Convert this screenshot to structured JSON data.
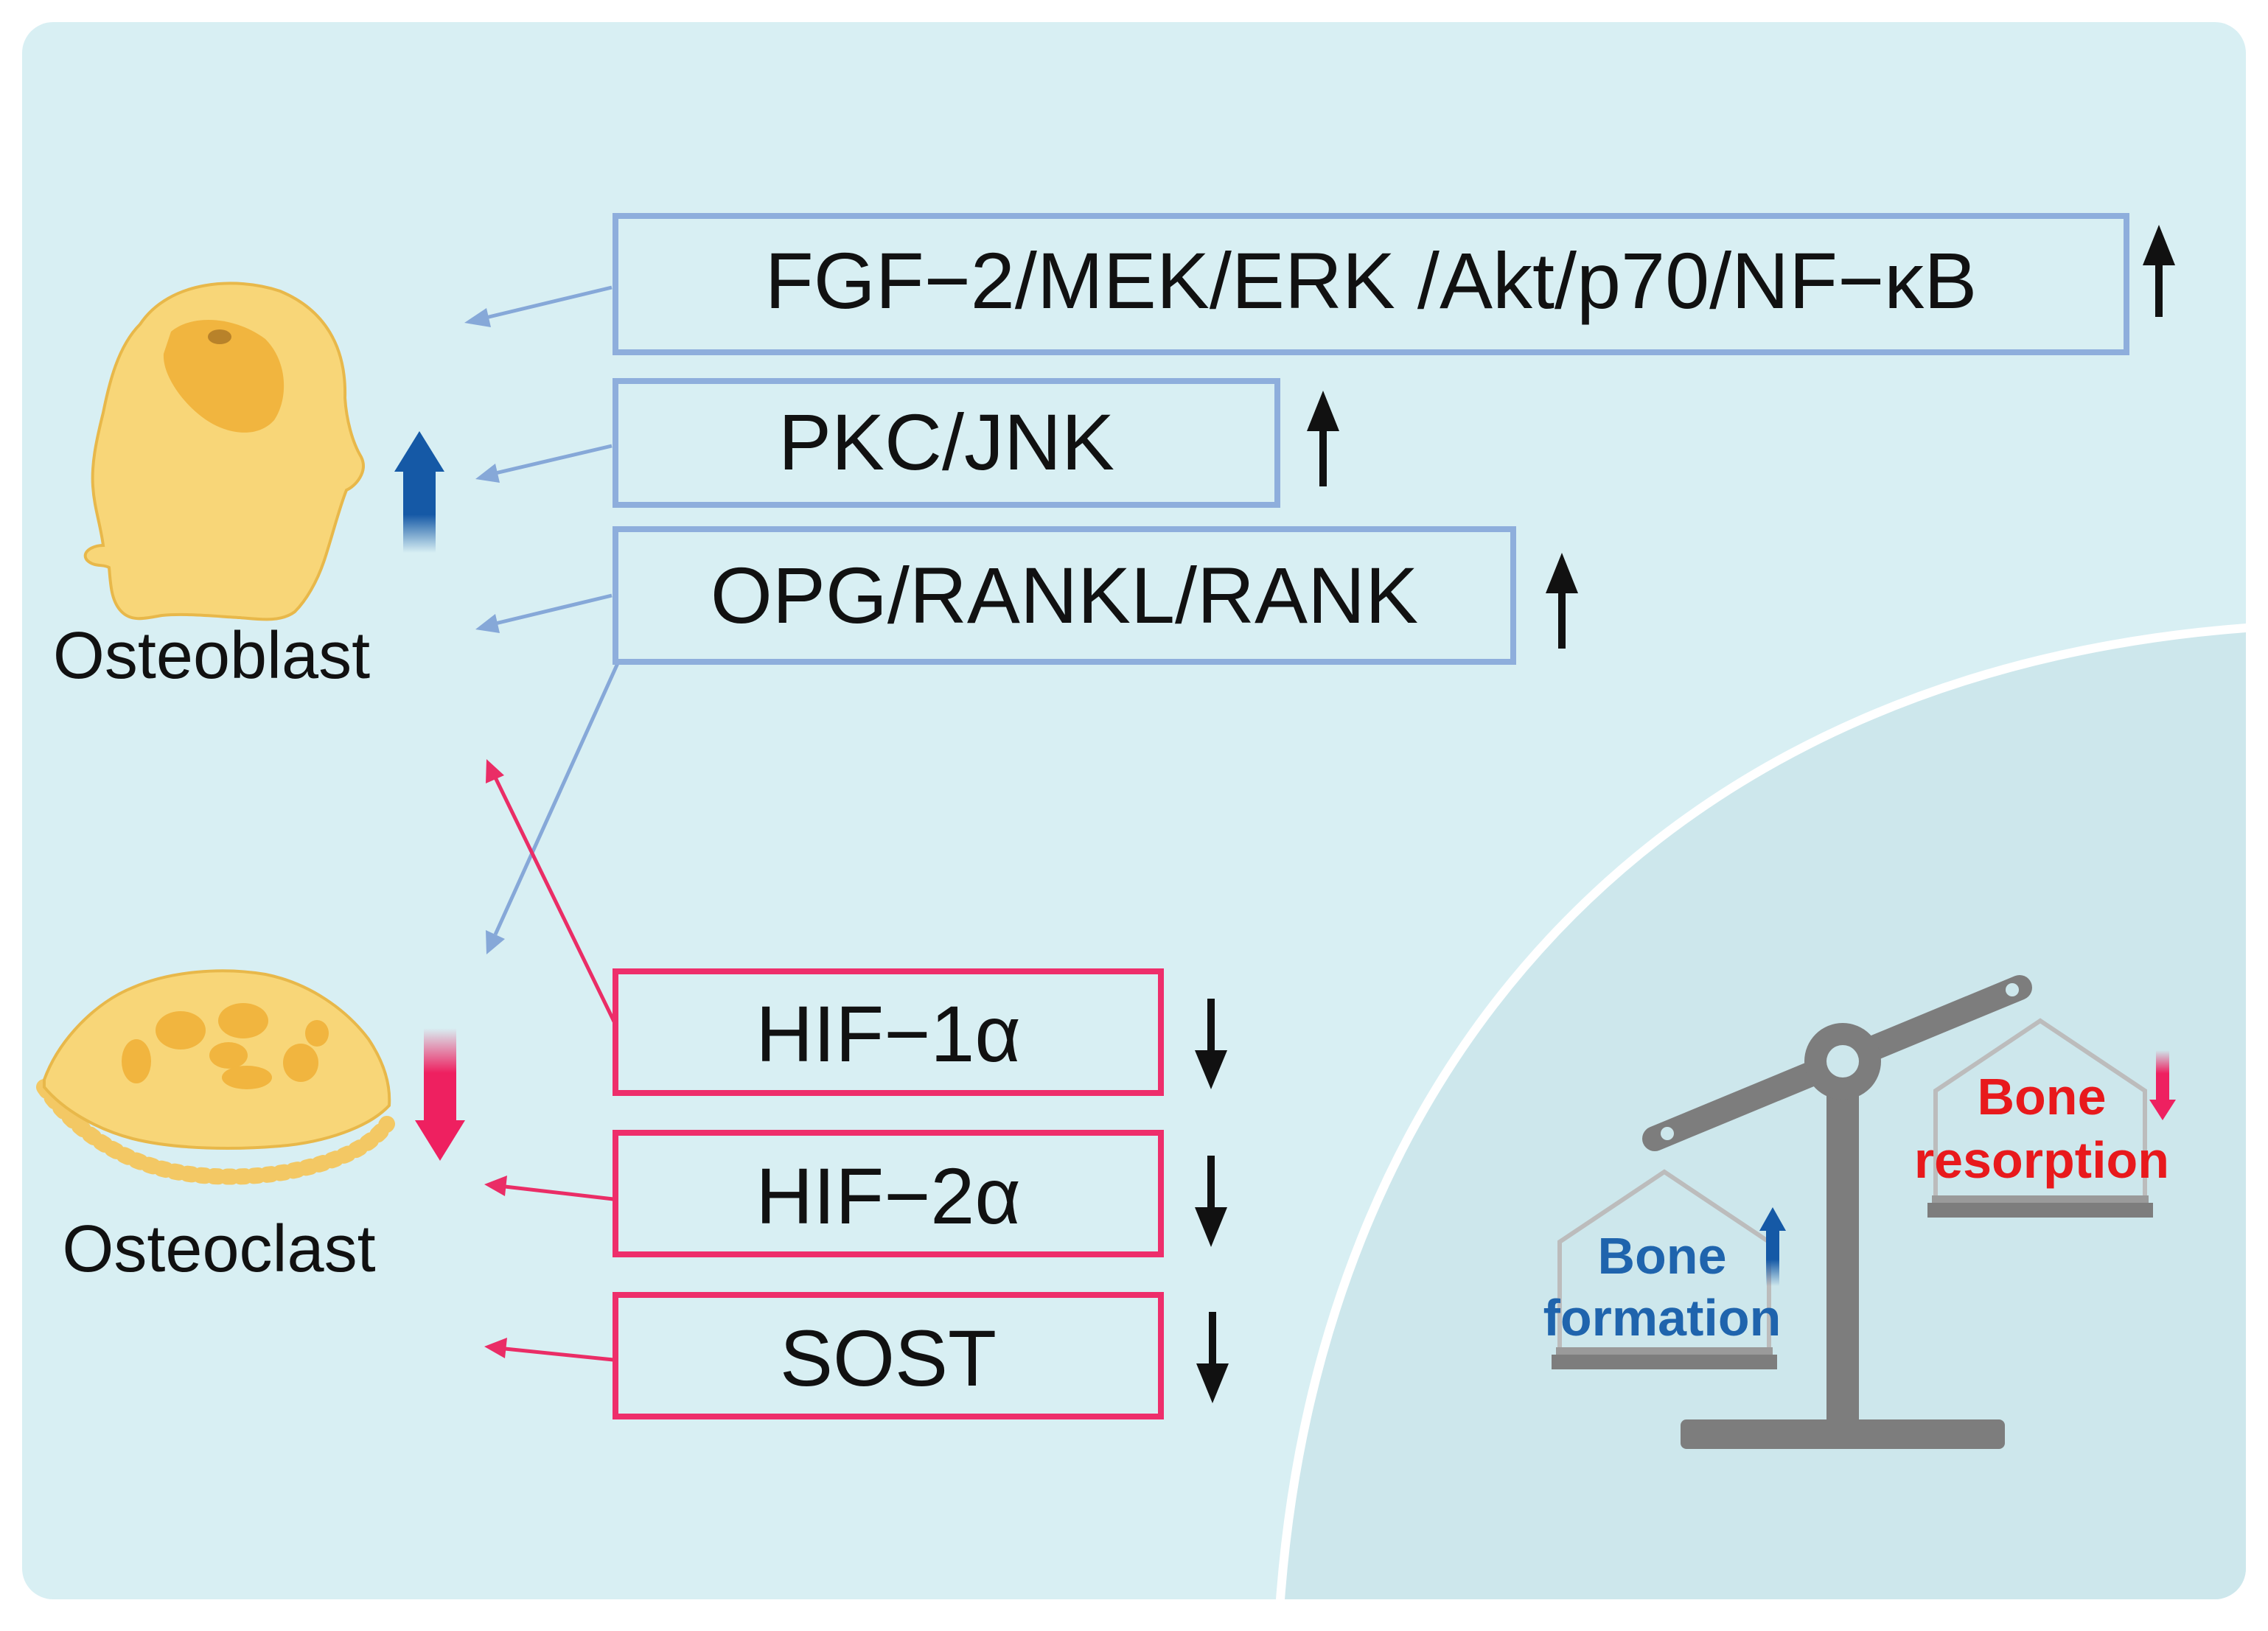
{
  "colors": {
    "panel": "#d8eff3",
    "inset": "#cde7ec",
    "blue_box": "#8eaedc",
    "blue_arrow": "#86a8d8",
    "red_box": "#ee2e6b",
    "red_arrow": "#ea2d66",
    "text": "#111111",
    "formation_text": "#1f64ad",
    "resorption_text": "#e8191c",
    "up_arrow_blue": "#1559a6",
    "down_arrow_red": "#ee2060",
    "cell_fill": "#f8d678",
    "cell_outline": "#e8b84a",
    "cell_nucleus": "#f1b53f",
    "scale_gray": "#7d7d7d"
  },
  "cells": {
    "osteoblast_label": "Osteoblast",
    "osteoclast_label": "Osteoclast",
    "osteoblast_trend": "up",
    "osteoclast_trend": "down"
  },
  "pathways_up": [
    {
      "label": "FGF−2/MEK/ERK /Akt/p70/NF−κB",
      "trend": "up"
    },
    {
      "label": "PKC/JNK",
      "trend": "up"
    },
    {
      "label": "OPG/RANKL/RANK",
      "trend": "up"
    }
  ],
  "pathways_down": [
    {
      "label": "HIF−1α",
      "trend": "down"
    },
    {
      "label": "HIF−2α",
      "trend": "down"
    },
    {
      "label": "SOST",
      "trend": "down"
    }
  ],
  "balance": {
    "formation_line1": "Bone",
    "formation_line2": "formation",
    "resorption_line1": "Bone",
    "resorption_line2": "resorption",
    "formation_trend": "up",
    "resorption_trend": "down"
  }
}
